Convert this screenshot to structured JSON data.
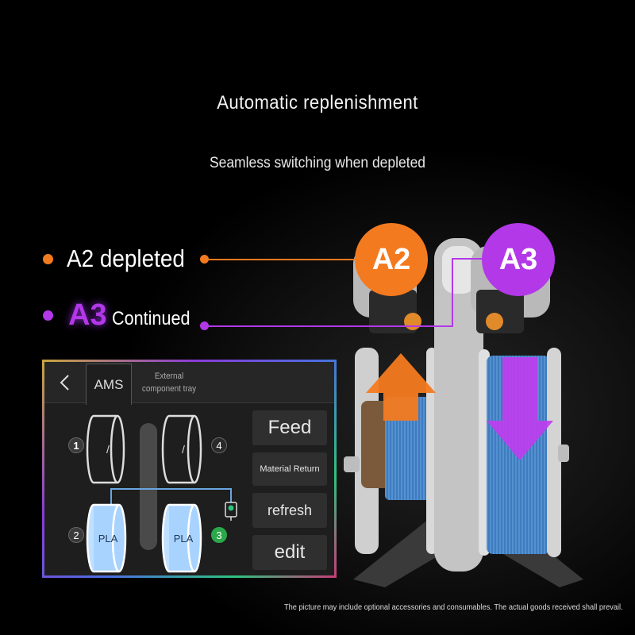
{
  "header": {
    "title": "Automatic replenishment",
    "subtitle": "Seamless switching when depleted"
  },
  "legend": {
    "a2_label": "A2 depleted",
    "a3_code": "A3",
    "a3_label": "Continued",
    "a2_color": "#f47a1f",
    "a3_color": "#b338e8"
  },
  "badges": {
    "a2": "A2",
    "a3": "A3"
  },
  "ams_panel": {
    "tab_ams": "AMS",
    "tab_external": "External component tray",
    "slots": [
      {
        "number": "1",
        "material": "/",
        "loaded": false
      },
      {
        "number": "4",
        "material": "/",
        "loaded": false
      },
      {
        "number": "2",
        "material": "PLA",
        "loaded": true
      },
      {
        "number": "3",
        "material": "PLA",
        "loaded": true,
        "active": true
      }
    ],
    "buttons": {
      "feed": "Feed",
      "material_return": "Material Return",
      "refresh": "refresh",
      "edit": "edit"
    }
  },
  "footnote": "The picture may include optional accessories and consumables. The actual goods received shall prevail."
}
